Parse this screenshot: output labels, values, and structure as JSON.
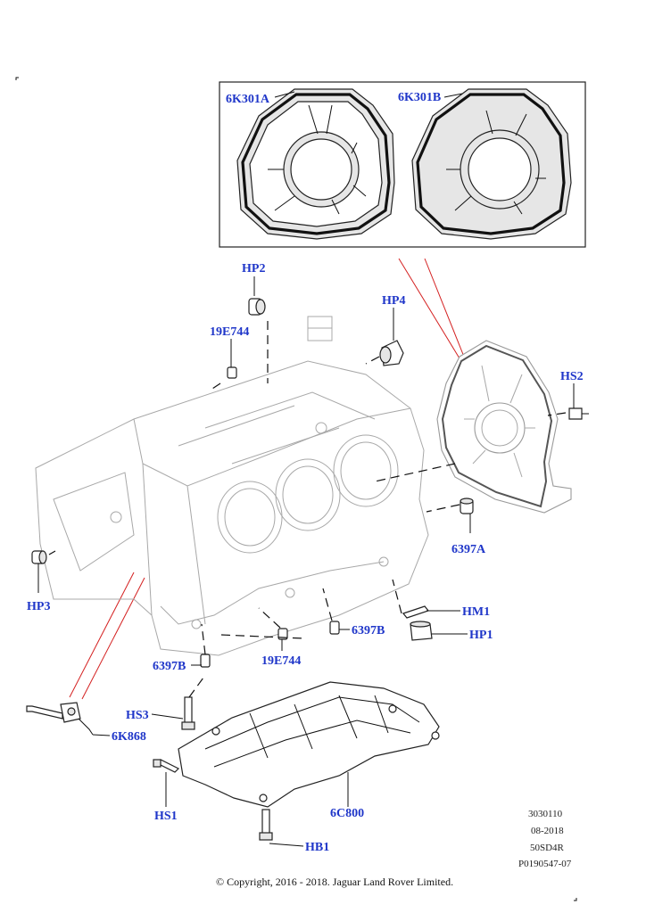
{
  "callouts": {
    "gasket_a": "6K301A",
    "gasket_b": "6K301B",
    "hp2": "HP2",
    "hp4": "HP4",
    "e744_top": "19E744",
    "hs2": "HS2",
    "p6397a": "6397A",
    "hp3": "HP3",
    "hm1": "HM1",
    "hp1": "HP1",
    "p6397b_right": "6397B",
    "p6397b_left": "6397B",
    "e744_bottom": "19E744",
    "hs3": "HS3",
    "p6k868": "6K868",
    "hs1": "HS1",
    "p6c800": "6C800",
    "hb1": "HB1"
  },
  "info": {
    "code": "3030110",
    "date": "08-2018",
    "model": "50SD4R",
    "ref": "P0190547-07"
  },
  "copyright": "© Copyright, 2016 - 2018. Jaguar Land Rover Limited.",
  "colors": {
    "label": "#1f36c9",
    "leader_red": "#d42020",
    "line": "#111111"
  }
}
